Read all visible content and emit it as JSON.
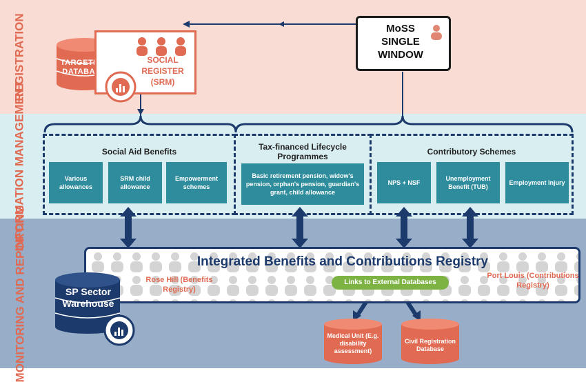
{
  "sections": {
    "registration": "REGISTRATION",
    "information_management": "INFORMATION MANAGEMENT",
    "monitoring_reporting": "MONITORING AND REPORTING"
  },
  "single_window": {
    "title": "MoSS SINGLE WINDOW"
  },
  "targeting_db": {
    "label": "TARGETING DATABASE"
  },
  "social_register": {
    "label": "SOCIAL REGISTER (SRM)"
  },
  "panels": [
    {
      "title": "Social Aid Benefits",
      "items": [
        "Various allowances",
        "SRM child allowance",
        "Empowerment schemes"
      ]
    },
    {
      "title": "Tax-financed Lifecycle Programmes",
      "items": [
        "Basic retirement pension, widow's pension, orphan's pension, guardian's grant, child allowance"
      ]
    },
    {
      "title": "Contributory Schemes",
      "items": [
        "NPS + NSF",
        "Unemployment Benefit (TUB)",
        "Employment Injury"
      ]
    }
  ],
  "registry": {
    "title": "Integrated Benefits and Contributions Registry",
    "left_label": "Rose Hill (Benefits Registry)",
    "right_label": "Port Louis (Contributions Registry)",
    "links_label": "Links to External Databases"
  },
  "warehouse": {
    "label": "SP Sector Warehouse"
  },
  "external_dbs": [
    "Medical Unit (E.g. disability assessment)",
    "Civil Registration Database"
  ],
  "colors": {
    "orange": "#e06a52",
    "navy": "#1c3a6b",
    "teal": "#2e8c9c",
    "green": "#7cb342"
  }
}
